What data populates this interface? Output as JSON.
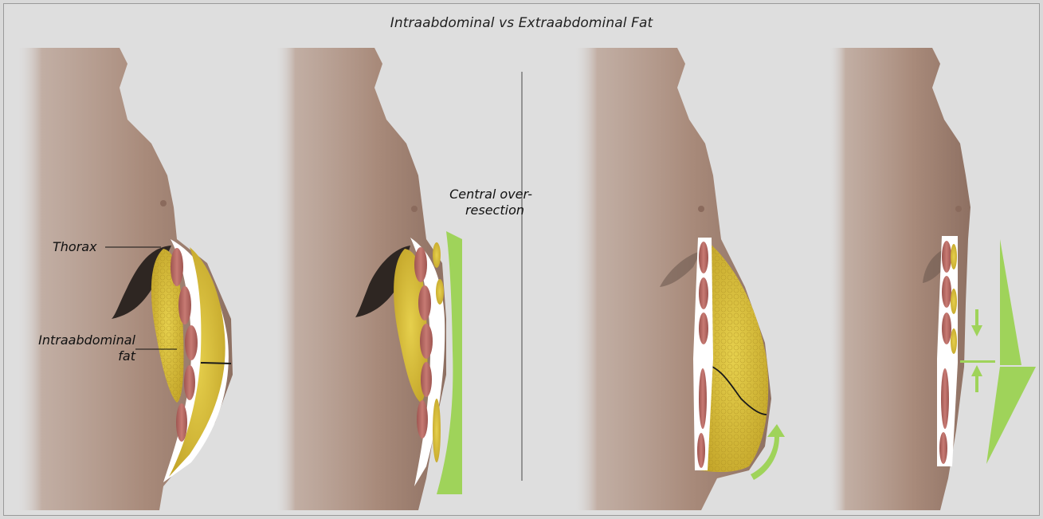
{
  "title": "Intraabdominal vs Extraabdominal Fat",
  "labels": {
    "thorax": "Thorax",
    "intraabdominal_line1": "Intraabdominal",
    "intraabdominal_line2": "fat",
    "central_line1": "Central over-",
    "central_line2": "resection"
  },
  "colors": {
    "skin": "#a88a7a",
    "fat": "#d9c13a",
    "muscle": "#b86a66",
    "arrow": "#9fd35a",
    "background": "#dedede"
  }
}
